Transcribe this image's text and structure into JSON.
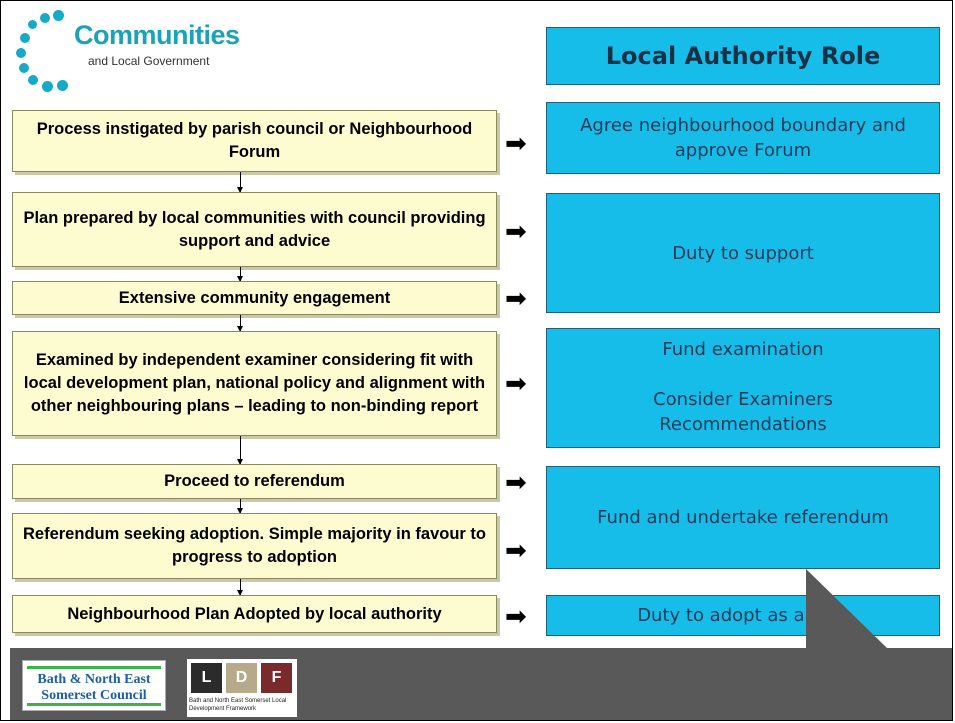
{
  "logo": {
    "title": "Communities",
    "subtitle": "and Local Government"
  },
  "role_header": "Local Authority Role",
  "steps": [
    "Process instigated by parish council or Neighbourhood Forum",
    "Plan prepared by local communities with council providing support and advice",
    "Extensive community engagement",
    "Examined by independent examiner considering fit with local development plan, national policy and alignment with other neighbouring plans – leading to non-binding report",
    "Proceed to referendum",
    "Referendum seeking adoption. Simple majority in favour to progress to adoption",
    "Neighbourhood Plan Adopted by local authority"
  ],
  "roles": {
    "boundary": "Agree neighbourhood boundary and approve Forum",
    "support": "Duty to support",
    "exam_fund": "Fund examination",
    "exam_consider": "Consider Examiners Recommendations",
    "referendum": "Fund and undertake referendum",
    "adopt": "Duty to adopt as a DPD"
  },
  "arrow_glyph": "➡",
  "footer": {
    "council_name": "Bath & North East Somerset Council",
    "ldf_letters": [
      "L",
      "D",
      "F"
    ],
    "ldf_caption": "Bath and North East Somerset Local Development Framework"
  },
  "colors": {
    "role_fill": "#17bde9",
    "step_fill": "#fdfcd0",
    "logo_accent": "#1aa3b8",
    "footer_bar": "#595959"
  }
}
